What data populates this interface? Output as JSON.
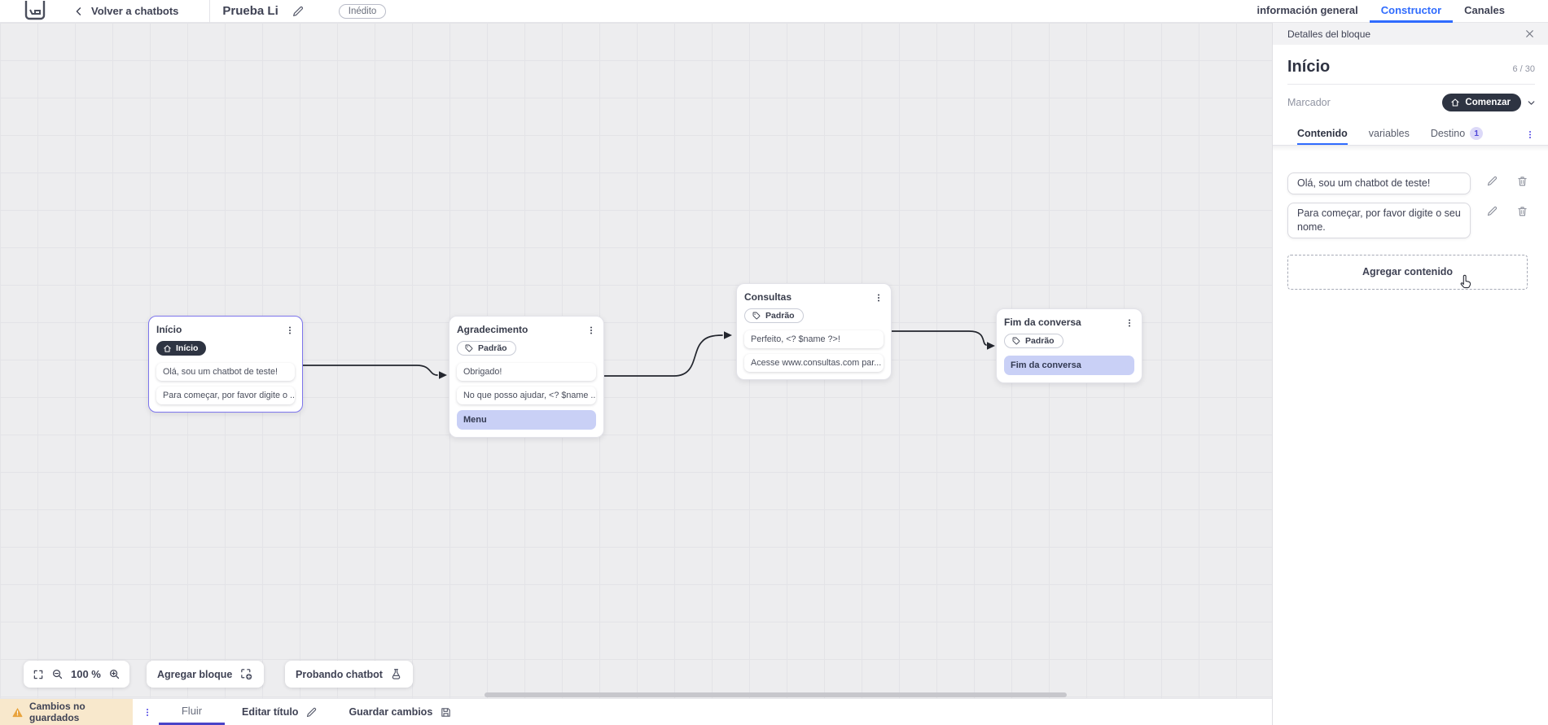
{
  "topbar": {
    "back_label": "Volver a chatbots",
    "title": "Prueba Li",
    "status_badge": "Inédito",
    "tabs": [
      {
        "label": "información general",
        "active": false
      },
      {
        "label": "Constructor",
        "active": true
      },
      {
        "label": "Canales",
        "active": false
      }
    ]
  },
  "panel": {
    "header": "Detalles del bloque",
    "block_title": "Início",
    "char_count": "6 / 30",
    "marker_label": "Marcador",
    "marker_value": "Comenzar",
    "tabs": {
      "content": "Contenido",
      "variables": "variables",
      "destination": "Destino",
      "destination_badge": "1"
    },
    "contents": [
      "Olá, sou um chatbot de teste!",
      "Para começar, por favor digite o seu nome."
    ],
    "add_content_label": "Agregar contenido"
  },
  "canvas": {
    "zoom_level": "100 %",
    "add_block_label": "Agregar bloque",
    "test_chatbot_label": "Probando chatbot",
    "nodes": [
      {
        "title": "Início",
        "badge": "Início",
        "selected": true,
        "rows": [
          {
            "type": "message",
            "text": "Olá, sou um chatbot de teste!"
          },
          {
            "type": "message",
            "text": "Para começar, por favor digite o ..."
          }
        ]
      },
      {
        "title": "Agradecimento",
        "badge": "Padrão",
        "selected": false,
        "rows": [
          {
            "type": "message",
            "text": "Obrigado!"
          },
          {
            "type": "message",
            "text": "No que posso ajudar, <? $name ..."
          },
          {
            "type": "chip",
            "text": "Menu"
          }
        ]
      },
      {
        "title": "Consultas",
        "badge": "Padrão",
        "selected": false,
        "rows": [
          {
            "type": "message",
            "text": "Perfeito, <? $name ?>!"
          },
          {
            "type": "message",
            "text": "Acesse www.consultas.com par..."
          }
        ]
      },
      {
        "title": "Fim da conversa",
        "badge": "Padrão",
        "selected": false,
        "rows": [
          {
            "type": "chip",
            "text": "Fim da conversa"
          }
        ]
      }
    ]
  },
  "bottombar": {
    "unsaved_label": "Cambios no guardados",
    "flow_tab": "Fluir",
    "edit_title_label": "Editar título",
    "save_label": "Guardar cambios"
  },
  "colors": {
    "accent_blue": "#2f6bfe",
    "accent_indigo": "#4f46e5",
    "dark_pill": "#2e3442",
    "chip_bg": "#c9d0f6",
    "selected_node_border": "#7d75ec",
    "warning_bg": "#f8e8cc",
    "warning_icon": "#e8a33d",
    "canvas_bg": "#ededef"
  }
}
